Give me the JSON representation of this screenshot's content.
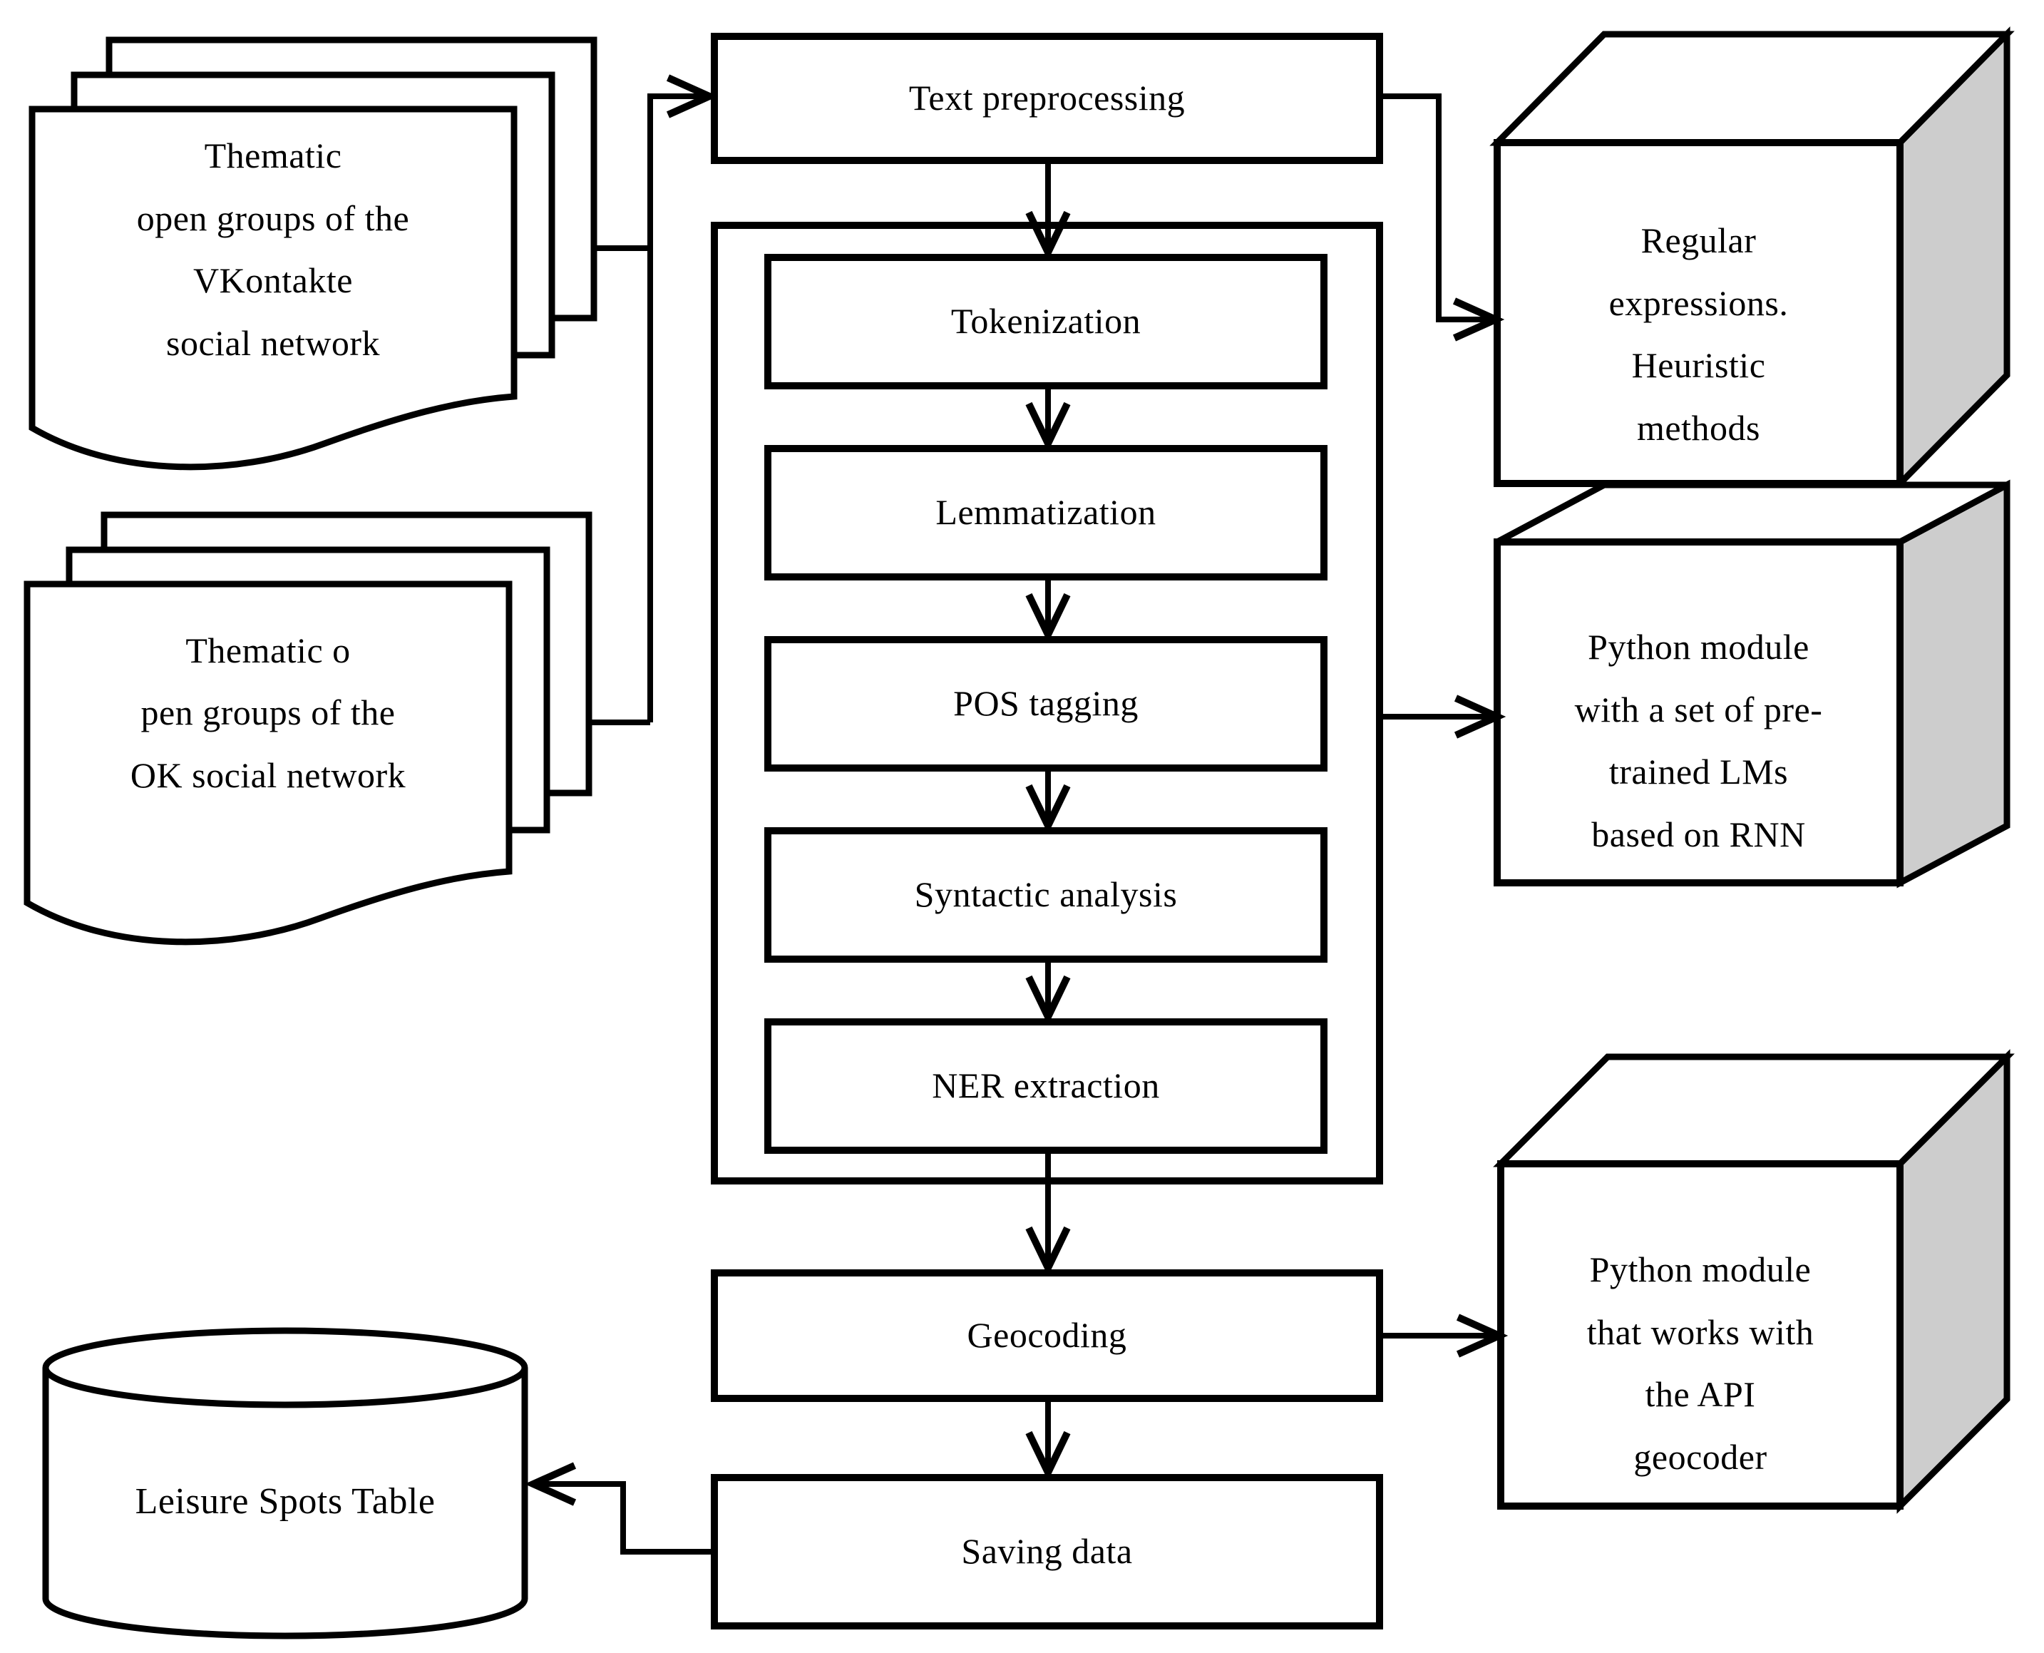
{
  "colors": {
    "line": "#000000",
    "shape_fill": "#ffffff",
    "cube_side_fill": "#cdcdcd",
    "background": "#ffffff",
    "text": "#000000"
  },
  "inputs": {
    "vk_documents": {
      "label": "Thematic\nopen groups of the\nVKontakte\nsocial network"
    },
    "ok_documents": {
      "label": "Thematic o\npen groups of the\nOK social network"
    }
  },
  "pipeline": {
    "text_preprocessing": {
      "label": "Text preprocessing"
    },
    "nlp_steps": [
      "Tokenization",
      "Lemmatization",
      "POS tagging",
      "Syntactic analysis",
      "NER extraction"
    ],
    "geocoding": {
      "label": "Geocoding"
    },
    "saving_data": {
      "label": "Saving data"
    }
  },
  "modules": {
    "regular_expressions": {
      "label": "Regular\nexpressions.\nHeuristic\nmethods"
    },
    "pretrained_lms": {
      "label": "Python module\nwith a set of pre-\ntrained LMs\nbased on RNN"
    },
    "api_geocoder": {
      "label": "Python module\nthat works with\nthe API\ngeocoder"
    }
  },
  "storage": {
    "leisure_spots_table": {
      "label": "Leisure Spots Table"
    }
  }
}
